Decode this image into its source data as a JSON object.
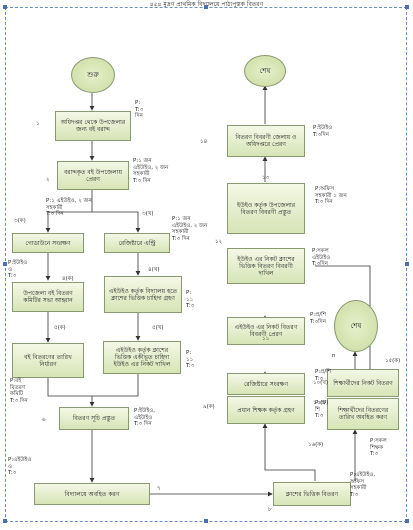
{
  "title": "৪৫৪ মুদ্রণ প্রাথমিক বিদ্যালয়ে পাঠ্যপুস্তক বিতরণ",
  "nodes": {
    "start": "শুরু",
    "s1": "অধিদপ্তর থেকে উপজেলার জন্য বই বরাদ্দ",
    "s2": "বরাদ্দকৃত বই উপজেলায় প্রেরণ",
    "s3": "গোডাউনে সংরক্ষণ",
    "s3b": "রেজিষ্টারে এন্ট্রি",
    "s4": "উপজেলা বই বিতরণ কমিটির সভা আহ্বান",
    "s4b": "এইউইও কর্তৃক বিদ্যালয় হতে ক্লাশের ভিত্তিক চাহিদা গ্রহণ",
    "s5": "বই বিতরণের তারিখ নির্ধারণ",
    "s5b": "এইউইও কর্তৃক ক্লাশের ভিত্তিক একীভূত চাহিদা ইউইও এর নিকট দাখিল",
    "s6": "বিতরণ সূচি প্রস্তুত",
    "s7": "বিদ্যালয়ে অবহিত করণ",
    "s8": "ক্লাশের ভিত্তিক বিতরণ",
    "s9": "প্রধান শিক্ষক কর্তৃক গ্রহণ",
    "s10": "রেজিষ্টারে সংরক্ষণ",
    "s11": "এইউইও এর নিকট বিতরণ বিবরণী প্রেরণ",
    "s12": "ইউইও এর নিকট ক্লাশের ভিত্তিক বিতরণ বিবরণী দাখিল",
    "s13": "ইউইও কর্তৃক উপজেলার বিতরণ বিবরণী প্রস্তুত",
    "s14": "বিতরণ বিবরণী জেলায় ও অধিদপ্তরে প্রেরণ",
    "end1": "শেষ",
    "s15": "শিক্ষার্থীদের নিকট বিতরণ",
    "s16": "শিক্ষার্থীদের বিতরণের তারিখ অবহিত করণ",
    "end2": "শেষ"
  },
  "labels": {
    "n1": "১",
    "n2": "২",
    "n3a": "৩(ক)",
    "n3b": "৩(খ)",
    "n4a": "৪(ক)",
    "n4b": "৪(খ)",
    "n5a": "৫(ক)",
    "n5b": "৫(খ)",
    "n6": "৬",
    "n7": "৭",
    "n8": "৮",
    "n9": "৯(ক)",
    "n10": "১০(ক)",
    "n10b": "১০(খ)",
    "n11": "১১",
    "n12": "১২",
    "n13": "১৩",
    "n14": "১৪",
    "n_n": "n",
    "n15": "১৫(ক)",
    "n16": "১৬(ক)",
    "p1": "P:\nT:৩\nদিন",
    "p2": "P:১ জন\nএইউইও, ২ জন\nসহকারী\nT:৩ দিন",
    "p3a": "P:১ এইউইও, ২ জন\nসহকারী\nT:৩ দিন",
    "p3b": "P:১ জন\nএইউইও, ২ জন\nসহকারী\nT:৩ দিন",
    "p4a": "P:ইউইও\nও\nT:৩",
    "p4b": "P:\n১১\nT:৩",
    "p5a": "P:বই\nবিতরণ\nকমিটি\nT:৩ দিন",
    "p5b": "P:\n১১\nT:৩",
    "p6": "P:ইউইও,\nএইউইও\nT:৩ দিন",
    "p7": "P:এইউইও\nও\nT:৩",
    "p9": "P:প্র/\nশি\nT:৩",
    "p10": "P:প্র/শি\nT:৩",
    "p11": "P:প্র/শি\nT:৩দিন",
    "p12": "P:সকল\nএইউইও\nT:৩দিন",
    "p13": "P:অফিস\nসহকারী ১ জন\nT:৩ দিন",
    "p14": "P:ইউইও\nT:৩দিন",
    "p15": "P:সকল\nশিক্ষক\nT:৩",
    "p16": "P:এইউইও,\nঅফিস\nসহকারী\nT:৩"
  }
}
